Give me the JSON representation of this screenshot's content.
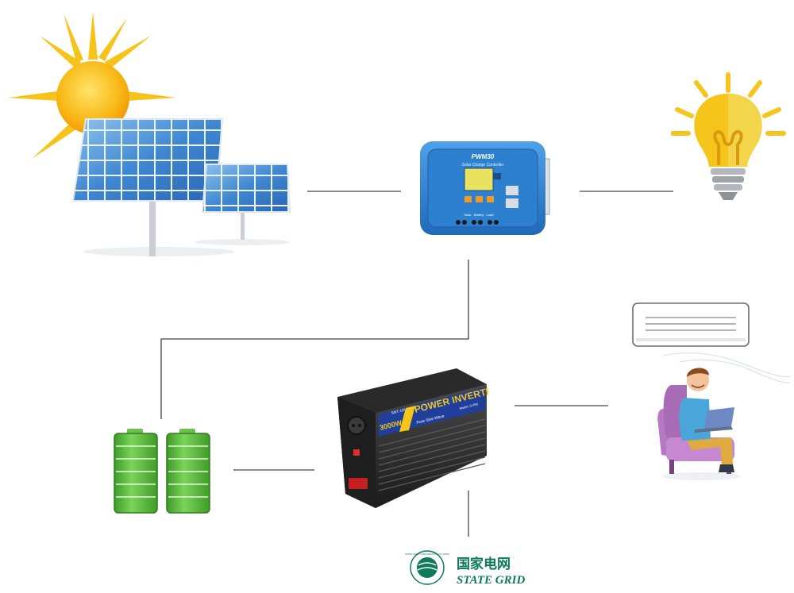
{
  "controller": {
    "model": "PWM30",
    "subtitle": "Solar Charge Controller",
    "label_solar": "Solar",
    "label_battery": "Battery",
    "label_load": "Load"
  },
  "inverter": {
    "brand": "SNT·UK",
    "title": "POWER INVERTER",
    "wattage": "3000W",
    "wave": "Pure Sine Wave",
    "model_code": "Model: G-PW"
  },
  "grid": {
    "name_cn": "国家电网",
    "name_en": "STATE GRID",
    "seal_text": "STATE GRID CORPORATION OF CHINA"
  },
  "colors": {
    "line": "#444444",
    "controller_blue": "#2f7fd0",
    "battery_green": "#5cc23d",
    "grid_green": "#0d7a5a",
    "sun_yellow": "#f7c21a",
    "bulb_yellow": "#f6c51c"
  },
  "icons": [
    "sun-icon",
    "solar-panel-icon",
    "charge-controller-icon",
    "light-bulb-icon",
    "air-conditioner-icon",
    "person-laptop-icon",
    "battery-icon",
    "power-inverter-icon",
    "state-grid-logo-icon"
  ]
}
